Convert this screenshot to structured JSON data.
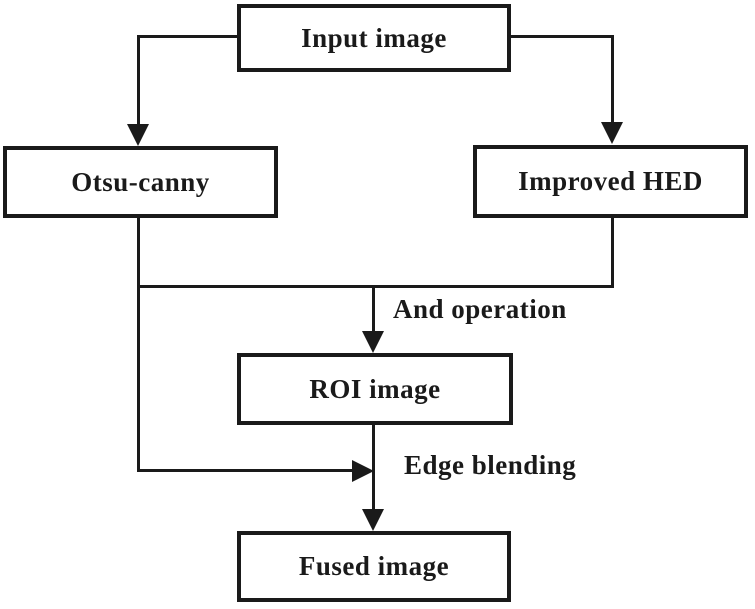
{
  "diagram": {
    "nodes": {
      "input": {
        "label": "Input image"
      },
      "otsu": {
        "label": "Otsu-canny"
      },
      "hed": {
        "label": "Improved HED"
      },
      "roi": {
        "label": "ROI image"
      },
      "fused": {
        "label": "Fused image"
      }
    },
    "edge_labels": {
      "and_operation": "And operation",
      "edge_blending": "Edge blending"
    },
    "colors": {
      "line": "#1a1a1a",
      "background": "#ffffff",
      "text": "#1a1a1a"
    }
  }
}
